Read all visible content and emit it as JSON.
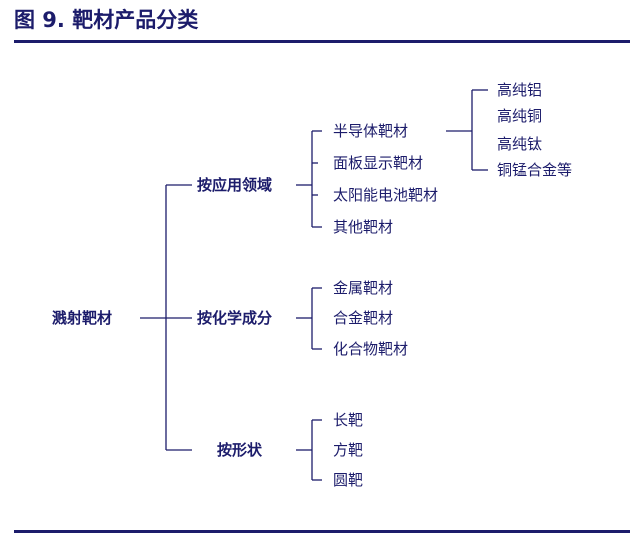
{
  "figure": {
    "title": "图 9. 靶材产品分类"
  },
  "diagram": {
    "root": "溅射靶材",
    "categories": [
      {
        "label": "按应用领域",
        "items": [
          "半导体靶材",
          "面板显示靶材",
          "太阳能电池靶材",
          "其他靶材"
        ],
        "subitems": [
          "高纯铝",
          "高纯铜",
          "高纯钛",
          "铜锰合金等"
        ]
      },
      {
        "label": "按化学成分",
        "items": [
          "金属靶材",
          "合金靶材",
          "化合物靶材"
        ]
      },
      {
        "label": "按形状",
        "items": [
          "长靶",
          "方靶",
          "圆靶"
        ]
      }
    ]
  },
  "colors": {
    "text": "#1c1c6b",
    "lines": "#1c1c6b"
  }
}
